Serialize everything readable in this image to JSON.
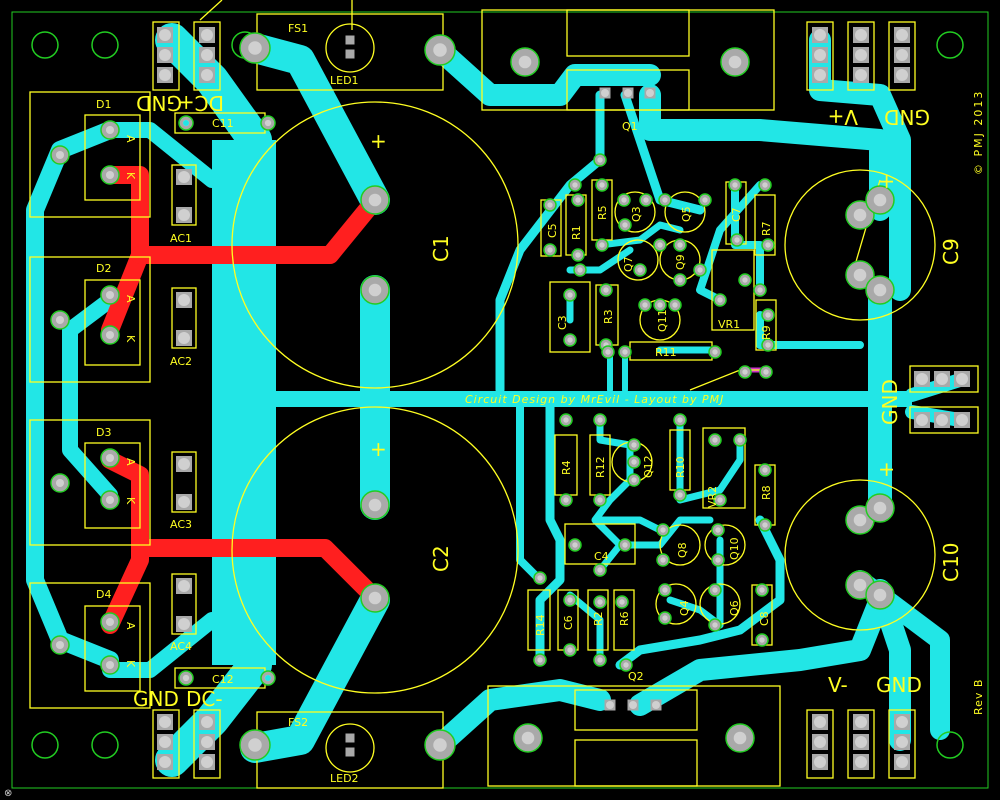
{
  "board": {
    "title_vertical": "© PMJ 2013",
    "revision": "Rev B",
    "credit": "Circuit Design by MrEvil - Layout by PMJ",
    "corner_mark": "⊗"
  },
  "colors": {
    "background": "#000000",
    "top_copper": "#22e6e6",
    "bottom_copper": "#ff1f1f",
    "silkscreen": "#ffff22",
    "pad": "#a9a9a9",
    "pad_ring": "#22cc22"
  },
  "connectors": {
    "dc_plus_label": "DC+",
    "gnd_top_left": "GND",
    "gnd_bottom_left": "GND",
    "dc_minus_label": "DC-",
    "v_plus_label": "V+",
    "gnd_top_right": "GND",
    "gnd_mid_right": "GND",
    "v_minus_label": "V-",
    "gnd_bottom_right": "GND"
  },
  "components": {
    "diodes": [
      "D1",
      "D2",
      "D3",
      "D4"
    ],
    "ac_inputs": [
      "AC1",
      "AC2",
      "AC3",
      "AC4"
    ],
    "pin_a": "A",
    "pin_k": "K",
    "fuses": [
      "FS1",
      "FS2"
    ],
    "leds": [
      "LED1",
      "LED2"
    ],
    "caps_large": [
      "C1",
      "C2",
      "C9",
      "C10"
    ],
    "caps_small": [
      "C11",
      "C12",
      "C3",
      "C4",
      "C5",
      "C6",
      "C7",
      "C8"
    ],
    "resistors": [
      "R1",
      "R2",
      "R3",
      "R4",
      "R5",
      "R6",
      "R7",
      "R8",
      "R9",
      "R10",
      "R11",
      "R12",
      "R14"
    ],
    "transistors": [
      "Q1",
      "Q2",
      "Q3",
      "Q4",
      "Q5",
      "Q6",
      "Q7",
      "Q8",
      "Q9",
      "Q10",
      "Q11",
      "Q12"
    ],
    "trimmers": [
      "VR1",
      "VR2"
    ],
    "plus_mark": "+"
  }
}
